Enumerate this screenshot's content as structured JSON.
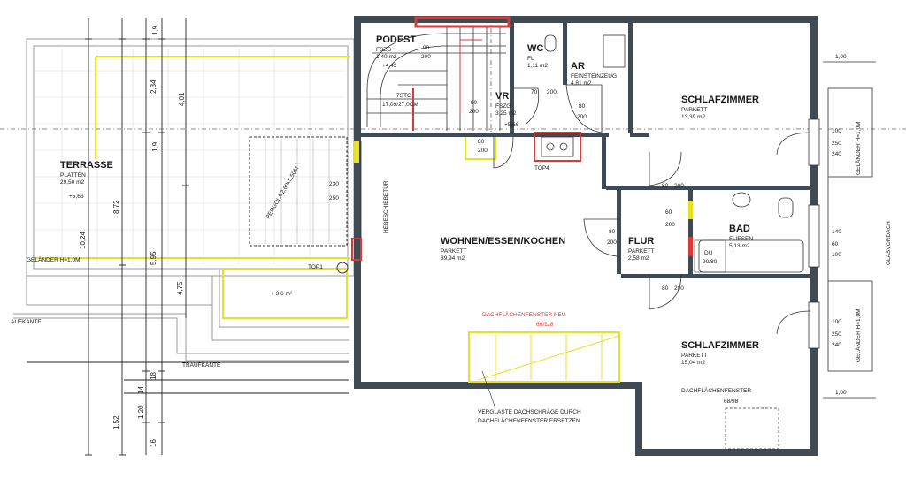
{
  "rooms": {
    "podest": {
      "name": "PODEST",
      "floor": "FSZG",
      "area": "1,40 m2",
      "level": "+4,42"
    },
    "wc": {
      "name": "WC",
      "floor": "FL",
      "area": "1,11 m2"
    },
    "ar": {
      "name": "AR",
      "floor": "FEINSTEINZEUG",
      "area": "4,81 m2"
    },
    "schlaf1": {
      "name": "SCHLAFZIMMER",
      "floor": "PARKETT",
      "area": "13,39 m2"
    },
    "vr": {
      "name": "VR",
      "floor": "FSZG",
      "area": "3,25 m2",
      "level": "+5,66"
    },
    "terrasse": {
      "name": "TERRASSE",
      "floor": "PLATTEN",
      "area": "29,50 m2",
      "level": "+5,66"
    },
    "wohnen": {
      "name": "WOHNEN/ESSEN/KOCHEN",
      "floor": "PARKETT",
      "area": "39,94 m2"
    },
    "flur": {
      "name": "FLUR",
      "floor": "PARKETT",
      "area": "2,58 m2"
    },
    "bad": {
      "name": "BAD",
      "floor": "FLIESEN",
      "area": "5,13 m2"
    },
    "schlaf2": {
      "name": "SCHLAFZIMMER",
      "floor": "PARKETT",
      "area": "15,04 m2"
    }
  },
  "labels": {
    "stair": "7STG",
    "stair_dim": "17,09/27,0CM",
    "top4": "TOP4",
    "top1": "TOP1",
    "hebeschiebetuer": "HEBESCHIEBETÜR",
    "pergola": "PERGOLA 2,60x5,50M",
    "gelaender_terrasse": "GELÄNDER H=1,0M",
    "gelaender_right_1": "GELÄNDER H=1,0M",
    "gelaender_right_2": "GELÄNDER H=1,0M",
    "glasvordach": "GLASVORDACH",
    "aufkante": "AUFKANTE",
    "traufkante": "TRAUFKANTE",
    "extra_area": "+ 3,6 m²",
    "dachfenster_neu": "DACHFLÄCHENFENSTER NEU",
    "dachfenster_neu_size": "66/118",
    "dachfenster": "DACHFLÄCHENFENSTER",
    "dachfenster_size": "68/98",
    "verglaste_1": "VERGLASTE DACHSCHRÄGE DURCH",
    "verglaste_2": "DACHFLÄCHENFENSTER ERSETZEN",
    "du": "DU",
    "du_size": "90/80"
  },
  "dims": {
    "podest_door_w": "90",
    "podest_door_h": "200",
    "vr_door_w": "90",
    "vr_door_h": "200",
    "ar_door_w": "80",
    "ar_door_h": "200",
    "wc_door_w": "70",
    "wc_door_h": "200",
    "vr_side_w": "80",
    "vr_side_h": "200",
    "heb_w": "230",
    "heb_h": "250",
    "flur_door_w": "80",
    "flur_door_h": "200",
    "flur_top_w": "80",
    "flur_top_h": "200",
    "bad_door_w": "60",
    "bad_door_h": "200",
    "flur_bot_w": "80",
    "flur_bot_h": "200",
    "s1_win_w": "100",
    "s1_win_h": "250",
    "s1_win_s": "240",
    "bad_win_w": "140",
    "bad_win_h": "60",
    "bad_win_s": "100",
    "s2_win_w": "100",
    "s2_win_h": "250",
    "s2_win_s": "240",
    "right_top": "1,00",
    "right_bot": "1,00",
    "v_1": "1,9",
    "v_2": "2,34",
    "v_3": "4,01",
    "v_4": "1,9",
    "v_5": "8,72",
    "v_6": "10,24",
    "v_7": "5,95",
    "v_8": "4,75",
    "b_1": "1,52",
    "b_2": "14",
    "b_3": "1,20",
    "b_4": "16",
    "b_5": "18"
  },
  "colors": {
    "wall": "#3f4a52",
    "yellow": "#e8e020",
    "red": "#d83a3a"
  }
}
